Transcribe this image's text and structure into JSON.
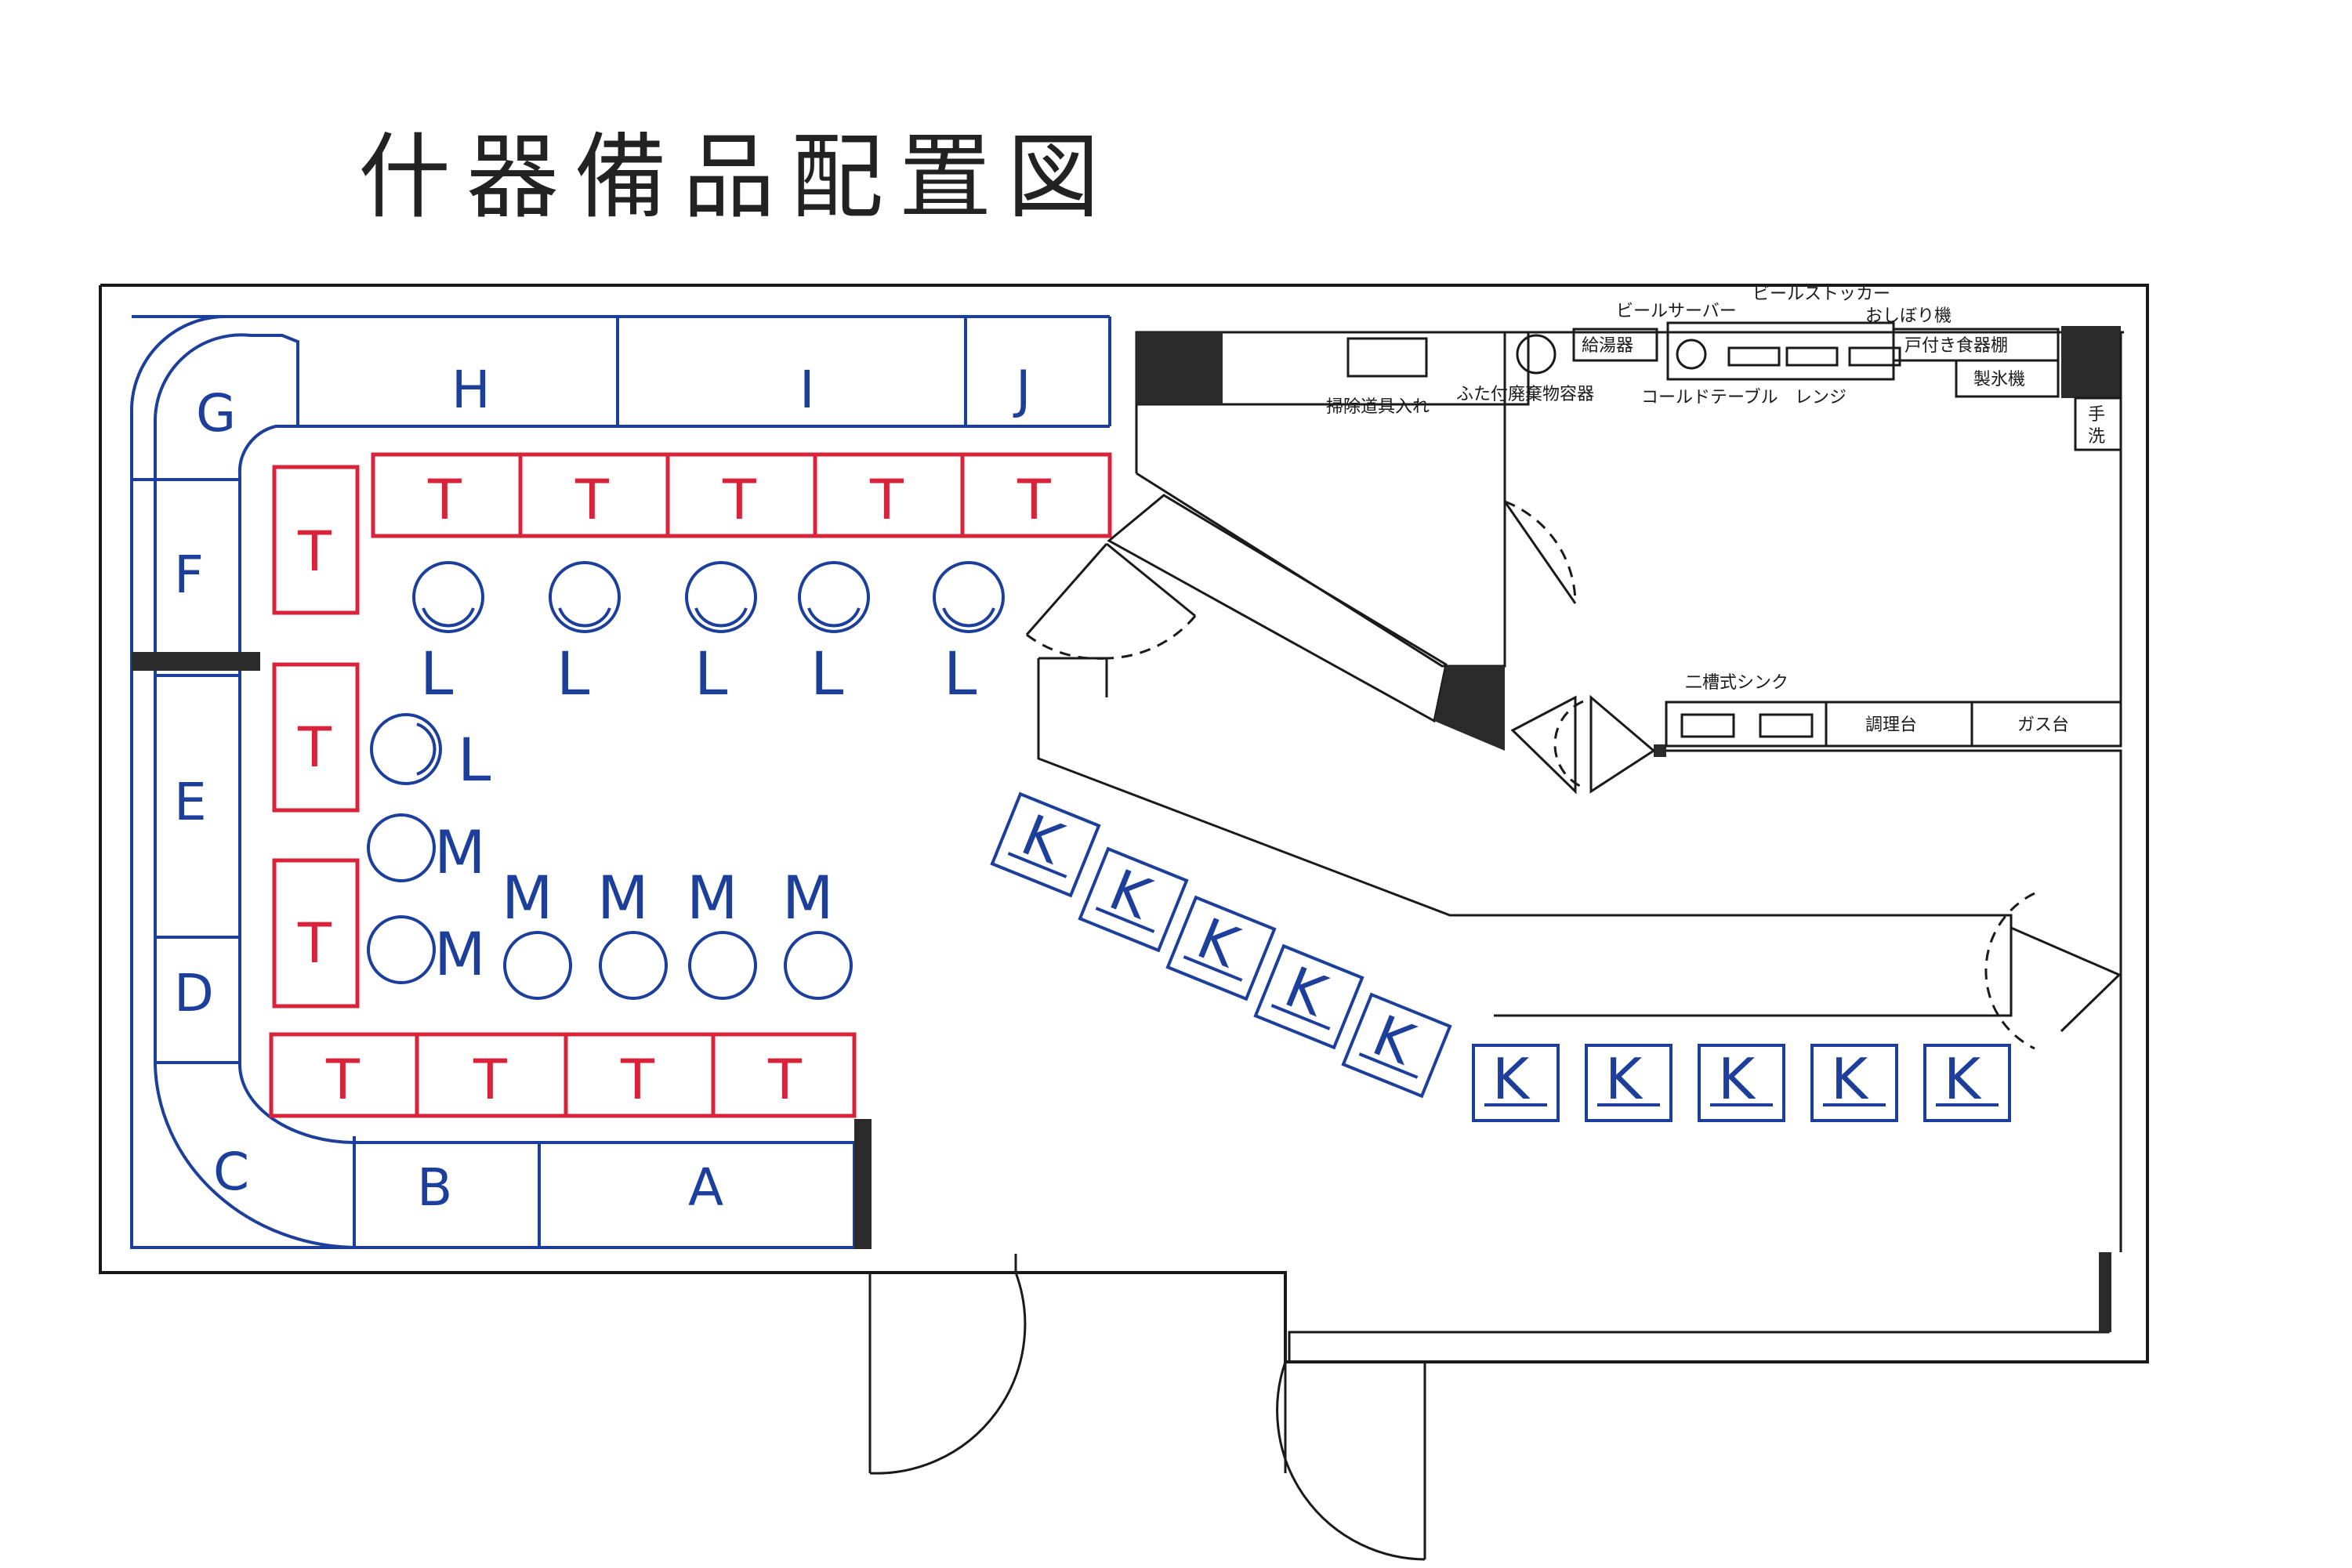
{
  "title": "什器備品配置図",
  "seat_groups": {
    "A": "A",
    "B": "B",
    "C": "C",
    "D": "D",
    "E": "E",
    "F": "F",
    "G": "G",
    "H": "H",
    "I": "I",
    "J": "J"
  },
  "table_label": "T",
  "chair_l_label": "L",
  "chair_m_label": "M",
  "counter_label": "K",
  "equipment": {
    "kyutoki": "給湯器",
    "beer_server": "ビールサーバー",
    "beer_stocker": "ビールストッカー",
    "oshibori": "おしぼり機",
    "cupboard": "戸付き食器棚",
    "ice_maker": "製氷機",
    "handwash_1": "手",
    "handwash_2": "洗",
    "cleaning_storage": "掃除道具入れ",
    "waste_bin": "ふた付廃棄物容器",
    "cold_table": "コールドテーブル",
    "range": "レンジ",
    "sink": "二槽式シンク",
    "prep_table": "調理台",
    "gas_stove": "ガス台"
  },
  "colors": {
    "seating": "#1d3f9c",
    "tables": "#d8233a",
    "walls": "#1a1a1a"
  }
}
